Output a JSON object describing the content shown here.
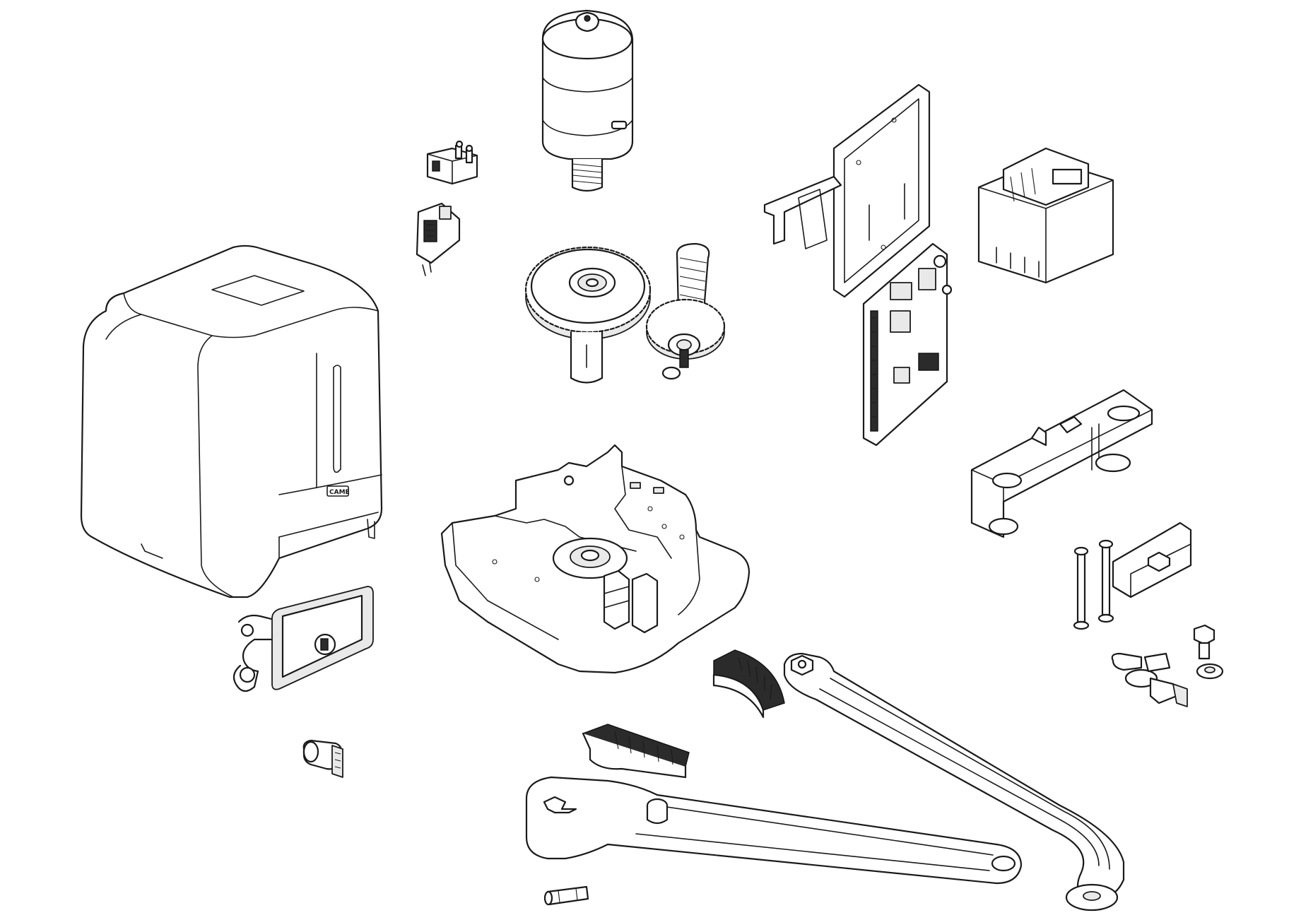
{
  "diagram": {
    "type": "exploded-parts-view",
    "background": "#ffffff",
    "line_color": "#1a1a1a",
    "cover_logo_text": "CAME",
    "parts": [
      "motor-cover",
      "cover-logo",
      "release-lock-plate",
      "release-key",
      "electric-motor",
      "terminal-block",
      "limit-switch-board",
      "output-gear",
      "worm-gear-shaft",
      "control-board-bracket",
      "control-board",
      "transformer",
      "gate-mounting-bracket",
      "fixing-screws",
      "arm-bracket-plate",
      "hex-bolt",
      "washer",
      "release-key-assembly",
      "gearbox-base",
      "mechanical-stop-upper",
      "mechanical-stop-lower",
      "curved-arm",
      "straight-arm",
      "arm-pivot",
      "pin"
    ]
  }
}
